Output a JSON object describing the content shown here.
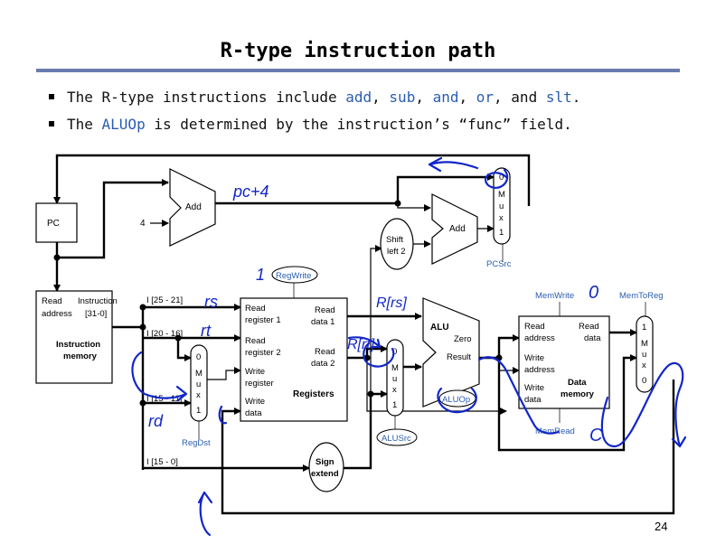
{
  "slide": {
    "title": "R-type instruction path",
    "page_number": "24",
    "bullets": [
      {
        "parts": [
          "The R-type instructions include ",
          "add",
          ", ",
          "sub",
          ", ",
          "and",
          ", ",
          "or",
          ", and ",
          "slt",
          "."
        ]
      },
      {
        "parts": [
          "The ",
          "ALUOp",
          " is determined by the instruction’s “func” field."
        ]
      }
    ]
  },
  "diagram": {
    "pc": "PC",
    "add1": "Add",
    "four": "4",
    "add2": "Add",
    "shift": [
      "Shift",
      "left 2"
    ],
    "mux_pc": [
      "0",
      "M",
      "u",
      "x",
      "1"
    ],
    "pcsrc": "PCSrc",
    "imem": [
      "Read",
      "Instruction",
      "address",
      "[31-0]",
      "Instruction",
      "memory"
    ],
    "fields": [
      "I [25 - 21]",
      "I [20 - 16]",
      "I [15 - 11]",
      "I [15 - 0]"
    ],
    "regwrite": "RegWrite",
    "regs": [
      "Read",
      "register 1",
      "Read",
      "register 2",
      "Write",
      "register",
      "Write",
      "data",
      "Read",
      "data 1",
      "Read",
      "data 2",
      "Registers"
    ],
    "mux_dst": [
      "0",
      "M",
      "u",
      "x",
      "1"
    ],
    "regdst": "RegDst",
    "sign": [
      "Sign",
      "extend"
    ],
    "mux_alu": [
      "0",
      "M",
      "u",
      "x",
      "1"
    ],
    "alusrc": "ALUSrc",
    "alu": [
      "ALU",
      "Zero",
      "Result"
    ],
    "aluop": "ALUOp",
    "memwrite": "MemWrite",
    "memtoreg": "MemToReg",
    "memread": "MemRead",
    "dmem": [
      "Read",
      "address",
      "Read",
      "data",
      "Write",
      "address",
      "Write",
      "data",
      "Data",
      "memory"
    ],
    "mux_mem": [
      "1",
      "M",
      "u",
      "x",
      "0"
    ],
    "handwriting": [
      "pc+4",
      "rs",
      "rt",
      "rd",
      "R[rs]",
      "R[rt]",
      "1",
      "0",
      "C"
    ]
  },
  "colors": {
    "accent_rule": "#6a7cae",
    "keyword": "#2a5db0",
    "annotation_ink": "#1226c8"
  }
}
